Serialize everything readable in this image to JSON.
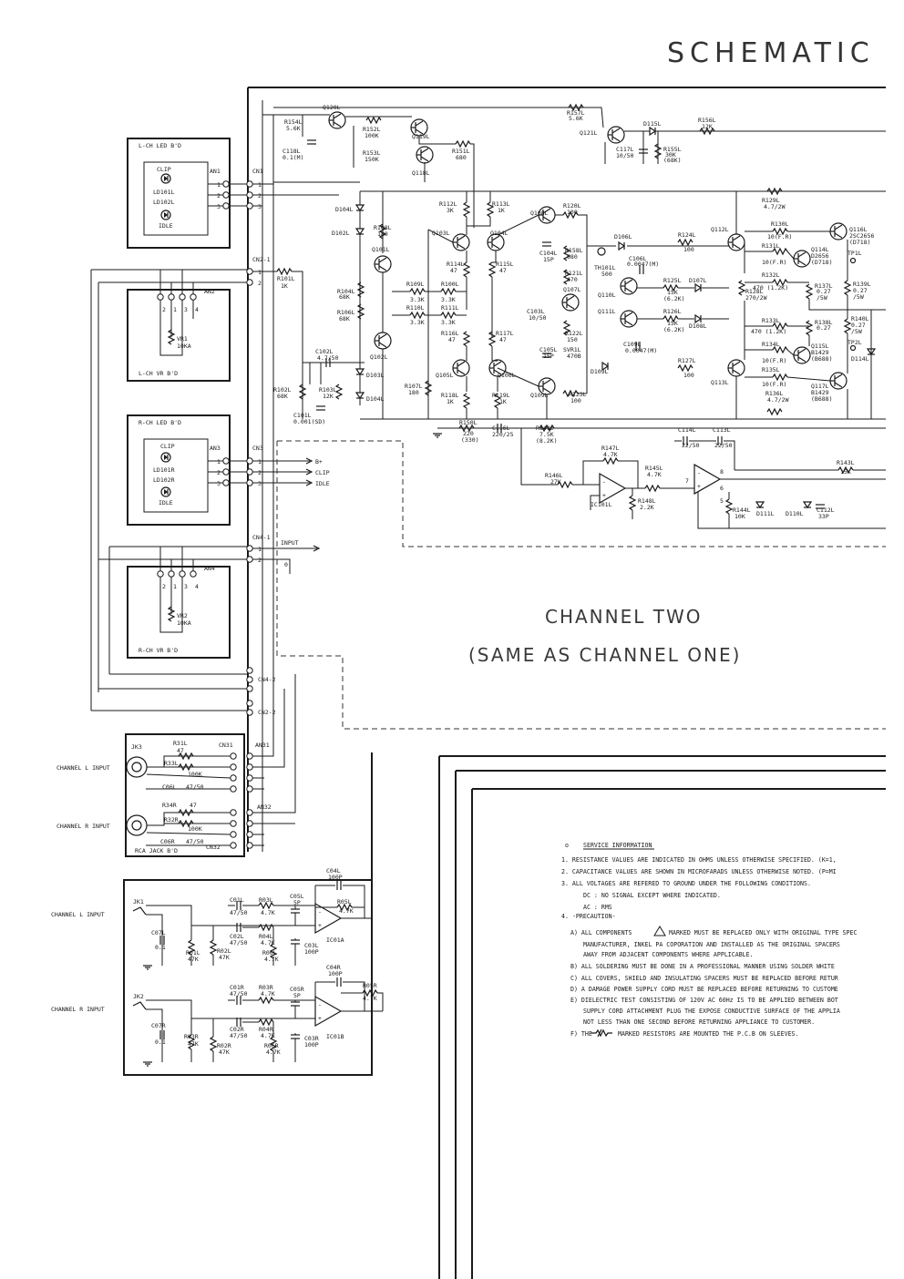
{
  "title": "SCHEMATIC",
  "channel_two": {
    "line1": "CHANNEL TWO",
    "line2": "(SAME AS CHANNEL ONE)"
  },
  "boards": {
    "lch_led": "L-CH LED B'D",
    "lch_vr": "L-CH VR B'D",
    "rch_led": "R-CH LED B'D",
    "rch_vr": "R-CH VR B'D",
    "rca_jack": "RCA JACK B'D"
  },
  "led_labels": {
    "clip": "CLIP",
    "idle": "IDLE",
    "ld101l": "LD101L",
    "ld102l": "LD102L",
    "ld101r": "LD101R",
    "ld102r": "LD102R"
  },
  "connectors": {
    "an1": "AN1",
    "cn1": "CN1",
    "cn2_1": "CN2-1",
    "an2": "AN2",
    "an3": "AN3",
    "cn3": "CN3",
    "cn4_1": "CN4-1",
    "an4": "AN4",
    "cn4_2": "CN4-2",
    "cn2_2": "CN2-2",
    "cn31": "CN31",
    "an31": "AN31",
    "an32": "AN32",
    "cn32": "CN32"
  },
  "signals": {
    "bplus": "B+",
    "clip": "CLIP",
    "idle": "IDLE",
    "input": "INPUT",
    "jk3": "JK3",
    "jk1": "JK1",
    "jk2": "JK2"
  },
  "inputs": {
    "ch_l_rca": "CHANNEL L INPUT",
    "ch_r_rca": "CHANNEL R INPUT",
    "ch_l_jack": "CHANNEL L INPUT",
    "ch_r_jack": "CHANNEL R INPUT"
  },
  "vr": {
    "vr1": "VR1",
    "vr1_val": "10KA",
    "vr2": "VR2",
    "vr2_val": "10KA"
  },
  "parts": {
    "r154l": "R154L",
    "r154l_v": "5.6K",
    "q120l": "Q120L",
    "c118l": "C118L",
    "c118l_v": "0.1(M)",
    "r152l": "R152L",
    "r152l_v": "100K",
    "r153l": "R153L",
    "r153l_v": "150K",
    "q119l": "Q119L",
    "r151l": "R151L",
    "r151l_v": "680",
    "q118l": "Q118L",
    "r157l": "R157L",
    "r157l_v": "5.6K",
    "q121l": "Q121L",
    "d115l": "D115L",
    "r156l": "R156L",
    "r156l_v": "12K",
    "c117l": "C117L",
    "c117l_v": "10/50",
    "r155l": "R155L",
    "r155l_v": "30K",
    "r155l_v2": "(68K)",
    "d104l": "D104L",
    "d102l": "D102L",
    "r108l": "R108L",
    "r108l_v": "180",
    "q101l": "Q101L",
    "q103l": "Q103L",
    "r112l": "R112L",
    "r112l_v": "3K",
    "r113l": "R113L",
    "r113l_v": "1K",
    "q104l": "Q104L",
    "q108l": "Q108L",
    "r120l": "R120L",
    "r120l_v": "100",
    "c104l": "C104L",
    "c104l_v": "15P",
    "r158l": "R158L",
    "r158l_v": "680",
    "d106l": "D106L",
    "r124l": "R124L",
    "r124l_v": "100",
    "q112l": "Q112L",
    "r129l": "R129L",
    "r129l_v": "4.7/2W",
    "r130l": "R130L",
    "r130l_v": "10(F.R)",
    "q116l": "Q116L",
    "q116l_v": "2SC2656",
    "q116l_v2": "(D718)",
    "r131l": "R131L",
    "r131l_v": "10(F.R)",
    "q114l": "Q114L",
    "q114l_v": "D2656",
    "q114l_v2": "(D718)",
    "tp1l": "TP1L",
    "r139l": "R139L",
    "r139l_v": "0.27",
    "r139l_v2": "/5W",
    "r104l": "R104L",
    "r104l_v": "68K",
    "r106l": "R106L",
    "r106l_v": "68K",
    "r114l": "R114L",
    "r114l_v": "47",
    "r115l": "R115L",
    "r115l_v": "47",
    "r109l": "R109L",
    "r109l_v": "3.3K",
    "r100l": "R100L",
    "r100l_v": "3.3K",
    "r110l": "R110L",
    "r110l_v": "3.3K",
    "r111l": "R111L",
    "r111l_v": "3.3K",
    "r121l": "R121L",
    "r121l_v": "470",
    "th101l": "TH101L",
    "th101l_v": "500",
    "c106l": "C106L",
    "c106l_v": "0.0047(M)",
    "r125l": "R125L",
    "r125l_v": "15K",
    "r125l_v2": "(6.2K)",
    "d107l": "D107L",
    "r132l": "R132L",
    "r132l_v": "470 (1.2K)",
    "r137l": "R137L",
    "r137l_v": "0.27",
    "r137l_v2": "/5W",
    "r128l": "R128L",
    "r128l_v": "270/2W",
    "q107l": "Q107L",
    "q110l": "Q110L",
    "c103l": "C103L",
    "c103l_v": "10/50",
    "r122l": "R122L",
    "r122l_v": "150",
    "q111l": "Q111L",
    "r126l": "R126L",
    "r126l_v": "15K",
    "r126l_v2": "(6.2K)",
    "d108l": "D108L",
    "r133l": "R133L",
    "r133l_v": "470 (1.2K)",
    "r138l": "R138L",
    "r138l_v": "0.27",
    "r140l": "R140L",
    "r140l_v": "0.27",
    "r140l_v2": "/5W",
    "q102l": "Q102L",
    "c102l": "C102L",
    "c102l_v": "4.7/50",
    "d103l": "D103L",
    "r116l": "R116L",
    "r116l_v": "47",
    "r117l": "R117L",
    "r117l_v": "47",
    "c105l": "C105L",
    "c105l_v": "15P",
    "svr1l": "SVR1L",
    "svr1l_v": "470B",
    "c109l": "C109L",
    "c109l_v": "0.0047(M)",
    "r134l": "R134L",
    "r134l_v": "10(F.R)",
    "q115l": "Q115L",
    "q115l_v": "B1429",
    "q115l_v2": "(B688)",
    "tp2l": "TP2L",
    "d114l": "D114L",
    "q105l": "Q105L",
    "q106l": "Q106L",
    "r107l": "R107L",
    "r107l_v": "180",
    "d109l": "D109L",
    "r127l": "R127L",
    "r127l_v": "100",
    "q113l": "Q113L",
    "r135l": "R135L",
    "r135l_v": "10(F.R)",
    "q117l": "Q117L",
    "q117l_v": "B1429",
    "q117l_v2": "(B688)",
    "r136l": "R136L",
    "r136l_v": "4.7/2W",
    "r102l": "R102L",
    "r102l_v": "68K",
    "r103l": "R103L",
    "r103l_v": "12K",
    "d104l_b": "D104L",
    "r118l": "R118L",
    "r118l_v": "1K",
    "r119l": "R119L",
    "r119l_v": "1K",
    "q109l": "Q109L",
    "r123l": "R123L",
    "r123l_v": "100",
    "c101l": "C101L",
    "c101l_v": "0.001(SD)",
    "r101l": "R101L",
    "r101l_v": "1K",
    "r150l": "R150L",
    "r150l_v": "220",
    "r150l_v2": "(330)",
    "c116l": "C116L",
    "c116l_v": "220/25",
    "r149l": "R149L",
    "r149l_v": "7.5K",
    "r149l_v2": "(8.2K)",
    "c114l": "C114L",
    "c114l_v": "22/50",
    "c113l": "C113L",
    "c113l_v": "22/50",
    "r147l": "R147L",
    "r147l_v": "4.7K",
    "r146l": "R146L",
    "r146l_v": "27K",
    "ic101l": "IC101L",
    "r148l": "R148L",
    "r148l_v": "2.2K",
    "r145l": "R145L",
    "r145l_v": "4.7K",
    "r143l": "R143L",
    "r143l_v": "15K",
    "r144l": "R144L",
    "r144l_v": "10K",
    "d111l": "D111L",
    "d110l": "D110L",
    "c112l": "C112L",
    "c112l_v": "33P",
    "r31l": "R31L",
    "r31l_v": "47",
    "r33l": "R33L",
    "r33l_v": "100K",
    "c06l": "C06L",
    "c06l_v": "47/50",
    "r34r": "R34R",
    "r34r_v": "47",
    "r32r": "R32R",
    "r32r_v": "100K",
    "c06r": "C06R",
    "c06r_v": "47/50",
    "c04l": "C04L",
    "c04l_v": "100P",
    "c01l": "C01L",
    "c01l_v": "47/50",
    "r03l": "R03L",
    "r03l_v": "4.7K",
    "c05l": "C05L",
    "c05l_v": "5P",
    "r05l": "R05L",
    "r05l_v": "4.7K",
    "c02l": "C02L",
    "c02l_v": "47/50",
    "r04l": "R04L",
    "r04l_v": "4.7K",
    "c07l": "C07L",
    "c07l_v": "0.1",
    "r01l": "R01L",
    "r01l_v": "47K",
    "r02l": "R02L",
    "r02l_v": "47K",
    "r06l": "R06L",
    "r06l_v": "4.7K",
    "c03l": "C03L",
    "c03l_v": "100P",
    "ic01a": "IC01A",
    "c04r": "C04R",
    "c04r_v": "100P",
    "c01r": "C01R",
    "c01r_v": "47/50",
    "r03r": "R03R",
    "r03r_v": "4.7K",
    "c05r": "C05R",
    "c05r_v": "5P",
    "r05r": "R05R",
    "r05r_v": "4.7K",
    "c02r": "C02R",
    "c02r_v": "47/50",
    "r04r": "R04R",
    "r04r_v": "4.7K",
    "c07r": "C07R",
    "c07r_v": "0.1",
    "r03r2": "R03R",
    "r03r2_v": "47K",
    "r02r": "R02R",
    "r02r_v": "47K",
    "r06r": "R06R",
    "r06r_v": "4.7K",
    "c03r": "C03R",
    "c03r_v": "100P",
    "ic01b": "IC01B"
  },
  "service": {
    "heading": "SERVICE INFORMATION",
    "n1": "1. RESISTANCE VALUES ARE INDICATED IN OHMS UNLESS OTHERWISE SPECIFIED. (K=1,",
    "n2": "2. CAPACITANCE VALUES ARE SHOWN IN MICROFARADS UNLESS OTHERWISE NOTED. (P=MI",
    "n3": "3. ALL VOLTAGES ARE REFERED TO GROUND UNDER THE FOLLOWING CONDITIONS.",
    "n3dc": "DC : NO SIGNAL EXCEPT WHERE INDICATED.",
    "n3ac": "AC : RMS",
    "n4": "4. -PRECAUTION-",
    "a1": "A) ALL COMPONENTS",
    "a1b": "MARKED MUST BE REPLACED ONLY WITH ORIGINAL TYPE SPEC",
    "a2": "MANUFACTURER, INKEL PA COPORATION AND INSTALLED AS THE ORIGINAL SPACERS",
    "a3": "AWAY FROM ADJACENT COMPONENTS WHERE APPLICABLE.",
    "b": "B) ALL SOLDERING MUST BE DONE IN A PROFESSIONAL MANNER USING SOLDER WHITE",
    "c": "C) ALL COVERS, SHIELD AND INSULATING SPACERS MUST BE REPLACED BEFORE RETUR",
    "d": "D) A DAMAGE POWER SUPPLY CORD MUST BE REPLACED BEFORE RETURNING TO CUSTOME",
    "e1": "E) DIELECTRIC TEST CONSISTING OF 120V AC 60Hz IS TO BE APPLIED BETWEEN BOT",
    "e2": "SUPPLY CORD ATTACHMENT PLUG THE EXPOSE CONDUCTIVE SURFACE OF THE APPLIA",
    "e3": "NOT LESS THAN ONE SECOND BEFORE RETURNING APPLIANCE TO CUSTOMER.",
    "f1": "F) THE",
    "f2": "MARKED RESISTORS ARE MOUNTED THE P.C.B ON SLEEVES."
  }
}
